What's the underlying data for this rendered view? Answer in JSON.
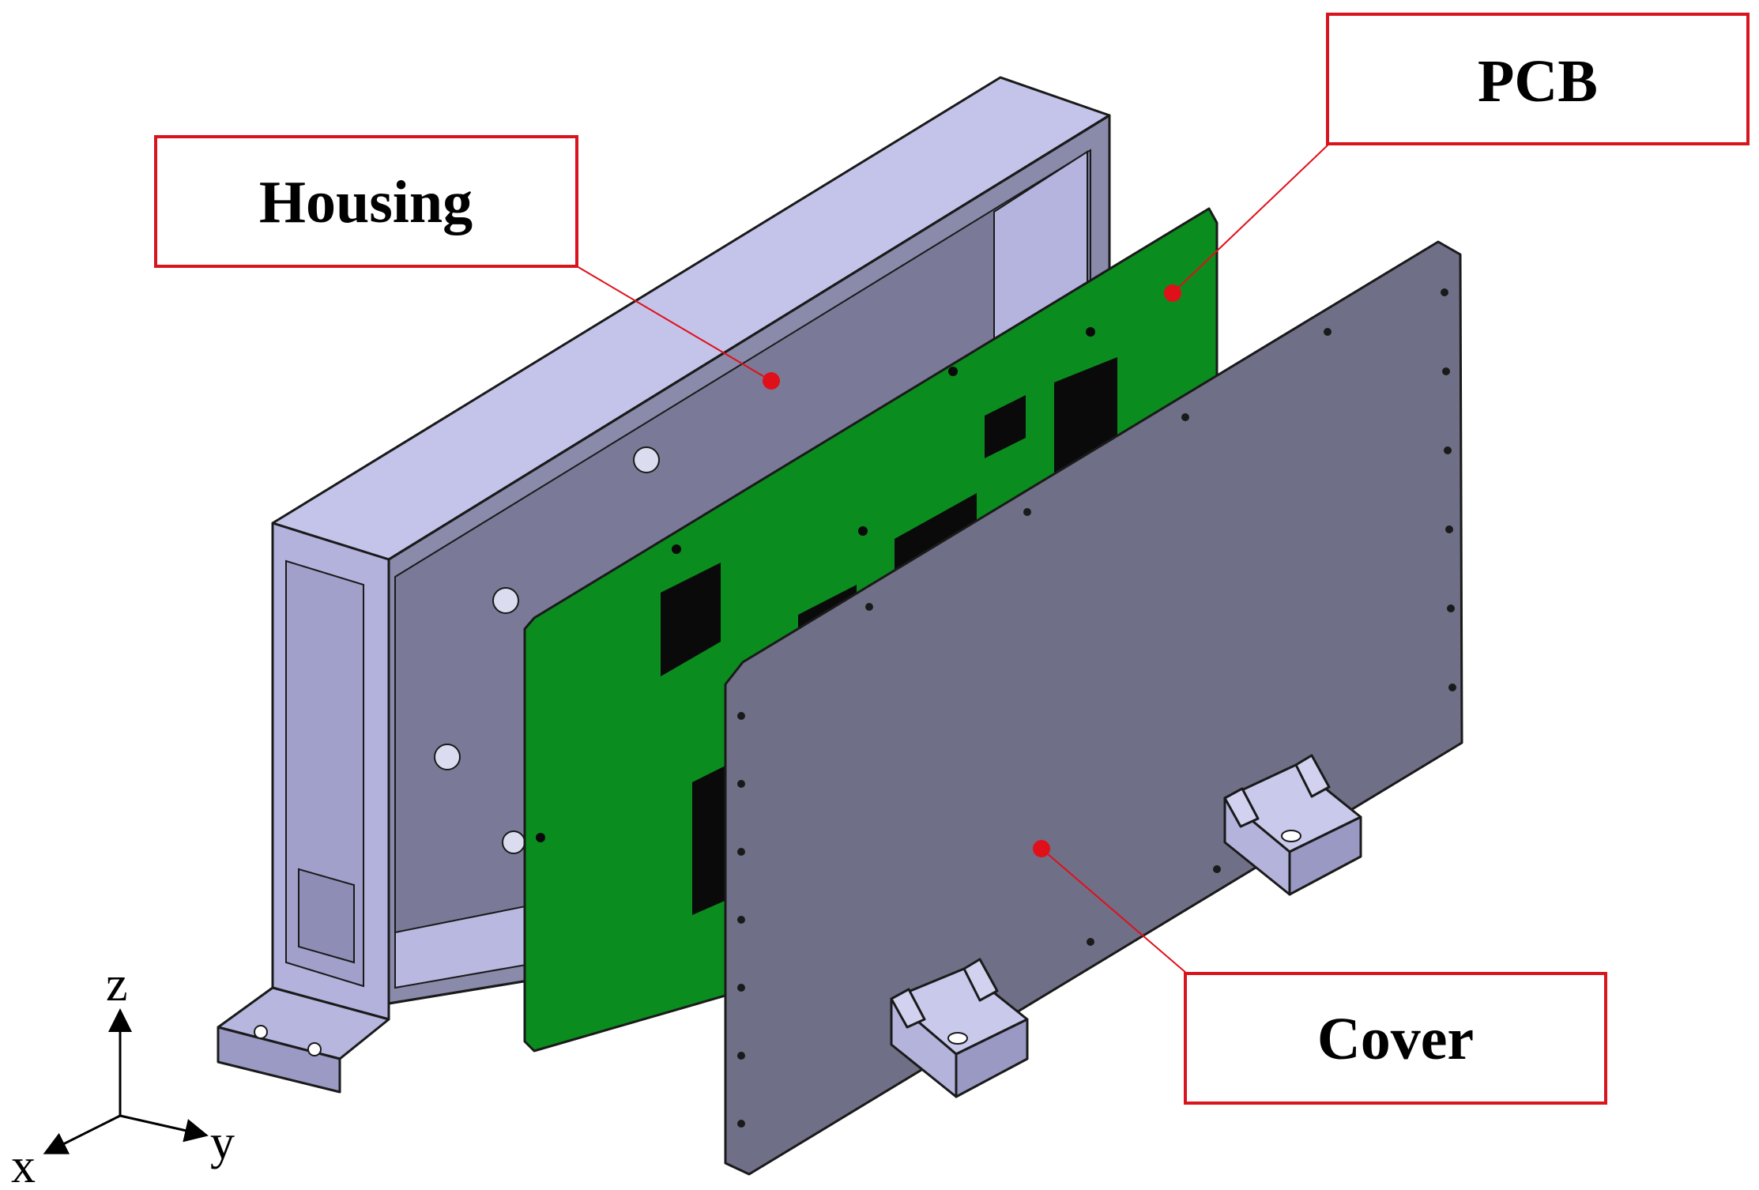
{
  "labels": {
    "housing": "Housing",
    "pcb": "PCB",
    "cover": "Cover"
  },
  "axes": {
    "x": "x",
    "y": "y",
    "z": "z"
  },
  "colors": {
    "housing_light": "#c3c3e8",
    "housing_mid": "#a9a9d2",
    "housing_dark": "#717190",
    "pcb_green": "#0b8c1e",
    "chip_black": "#0a0a0a",
    "cover_grey": "#6e6e86",
    "callout_red": "#e0101a"
  }
}
